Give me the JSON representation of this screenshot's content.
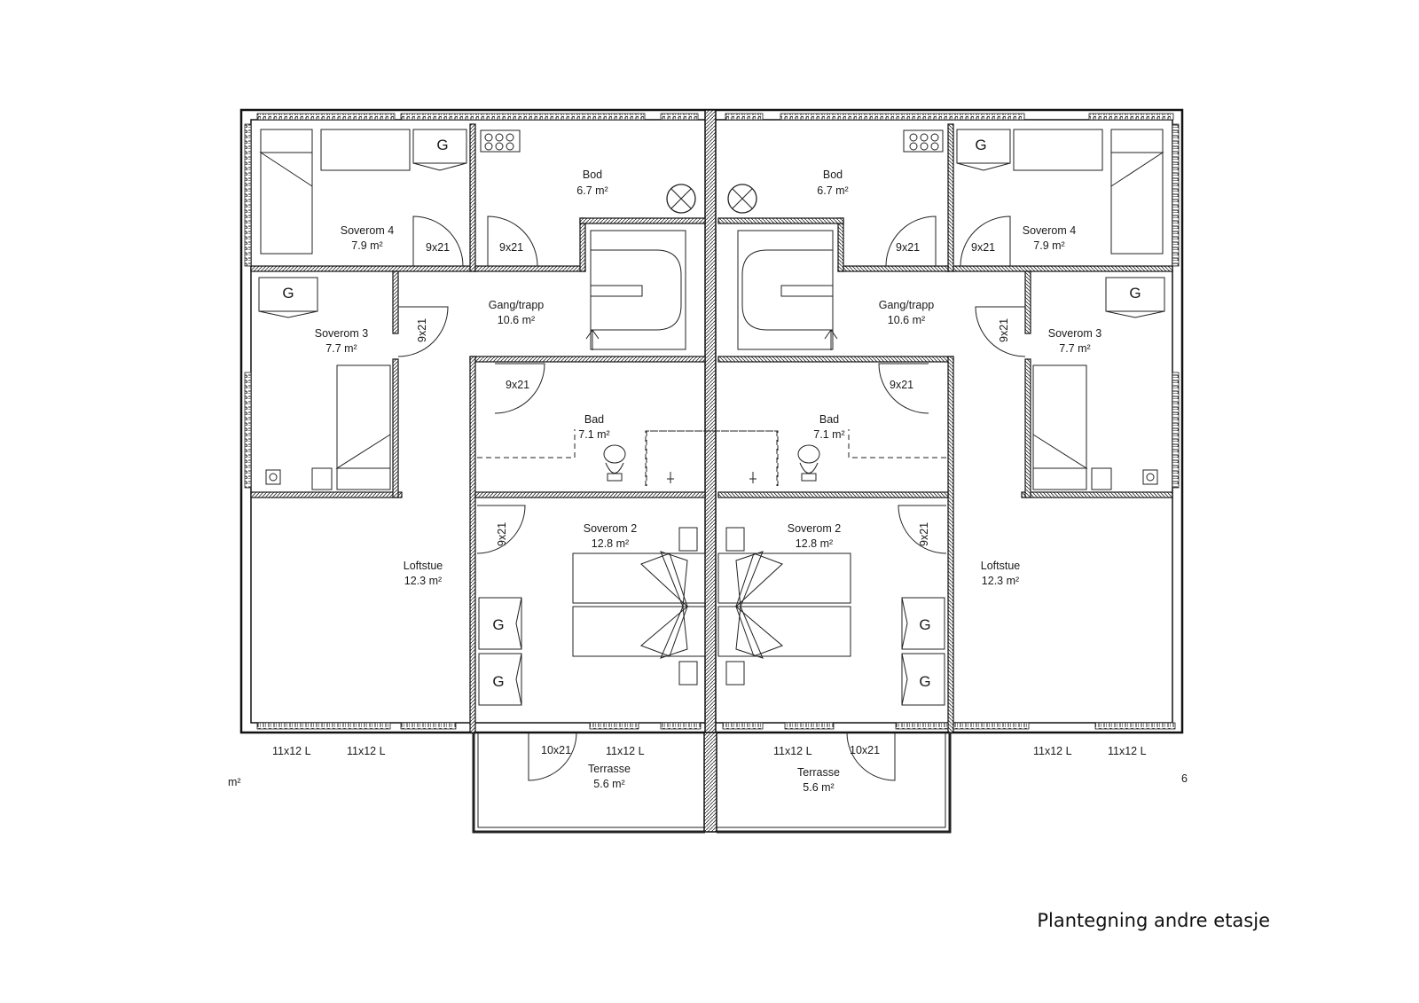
{
  "caption": "Plantegning andre etasje",
  "page_number": "6",
  "edge_fragment": "m²",
  "rooms": {
    "bod_left": {
      "name": "Bod",
      "area": "6.7 m²"
    },
    "bod_right": {
      "name": "Bod",
      "area": "6.7 m²"
    },
    "soverom4_left": {
      "name": "Soverom 4",
      "area": "7.9 m²"
    },
    "soverom4_right": {
      "name": "Soverom 4",
      "area": "7.9 m²"
    },
    "soverom3_left": {
      "name": "Soverom 3",
      "area": "7.7 m²"
    },
    "soverom3_right": {
      "name": "Soverom 3",
      "area": "7.7 m²"
    },
    "gang_left": {
      "name": "Gang/trapp",
      "area": "10.6 m²"
    },
    "gang_right": {
      "name": "Gang/trapp",
      "area": "10.6 m²"
    },
    "bad_left": {
      "name": "Bad",
      "area": "7.1 m²"
    },
    "bad_right": {
      "name": "Bad",
      "area": "7.1 m²"
    },
    "soverom2_left": {
      "name": "Soverom 2",
      "area": "12.8 m²"
    },
    "soverom2_right": {
      "name": "Soverom 2",
      "area": "12.8 m²"
    },
    "loftstue_left": {
      "name": "Loftstue",
      "area": "12.3 m²"
    },
    "loftstue_right": {
      "name": "Loftstue",
      "area": "12.3 m²"
    },
    "terrasse_left": {
      "name": "Terrasse",
      "area": "5.6 m²"
    },
    "terrasse_right": {
      "name": "Terrasse",
      "area": "5.6 m²"
    }
  },
  "doors": {
    "d9x21": "9x21",
    "d10x21": "10x21"
  },
  "windows": {
    "w11x12": "11x12 L"
  },
  "wardrobe_mark": "G"
}
